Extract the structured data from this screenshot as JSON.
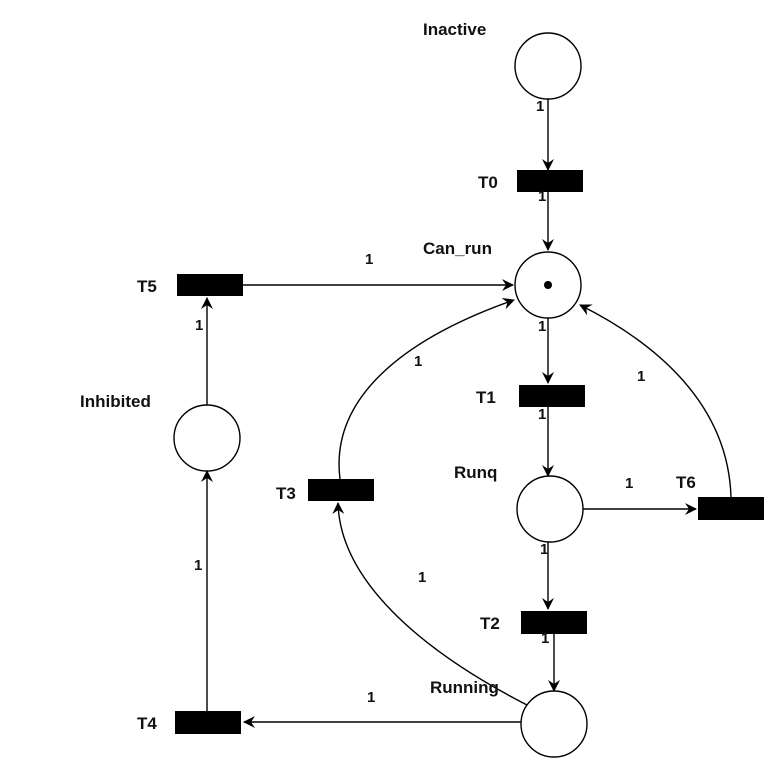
{
  "places": [
    {
      "id": "inactive",
      "label": "Inactive",
      "tokens": 0
    },
    {
      "id": "can_run",
      "label": "Can_run",
      "tokens": 1
    },
    {
      "id": "runq",
      "label": "Runq",
      "tokens": 0
    },
    {
      "id": "running",
      "label": "Running",
      "tokens": 0
    },
    {
      "id": "inhibited",
      "label": "Inhibited",
      "tokens": 0
    }
  ],
  "transitions": [
    {
      "id": "t0",
      "label": "T0"
    },
    {
      "id": "t1",
      "label": "T1"
    },
    {
      "id": "t2",
      "label": "T2"
    },
    {
      "id": "t3",
      "label": "T3"
    },
    {
      "id": "t4",
      "label": "T4"
    },
    {
      "id": "t5",
      "label": "T5"
    },
    {
      "id": "t6",
      "label": "T6"
    }
  ],
  "arcs": [
    {
      "from": "inactive",
      "to": "t0",
      "weight": "1"
    },
    {
      "from": "t0",
      "to": "can_run",
      "weight": "1"
    },
    {
      "from": "can_run",
      "to": "t1",
      "weight": "1"
    },
    {
      "from": "t1",
      "to": "runq",
      "weight": "1"
    },
    {
      "from": "runq",
      "to": "t2",
      "weight": "1"
    },
    {
      "from": "t2",
      "to": "running",
      "weight": "1"
    },
    {
      "from": "runq",
      "to": "t6",
      "weight": "1"
    },
    {
      "from": "t6",
      "to": "can_run",
      "weight": "1"
    },
    {
      "from": "running",
      "to": "t3",
      "weight": "1"
    },
    {
      "from": "t3",
      "to": "can_run",
      "weight": "1"
    },
    {
      "from": "running",
      "to": "t4",
      "weight": "1"
    },
    {
      "from": "t4",
      "to": "inhibited",
      "weight": "1"
    },
    {
      "from": "inhibited",
      "to": "t5",
      "weight": "1"
    },
    {
      "from": "t5",
      "to": "can_run",
      "weight": "1"
    }
  ]
}
